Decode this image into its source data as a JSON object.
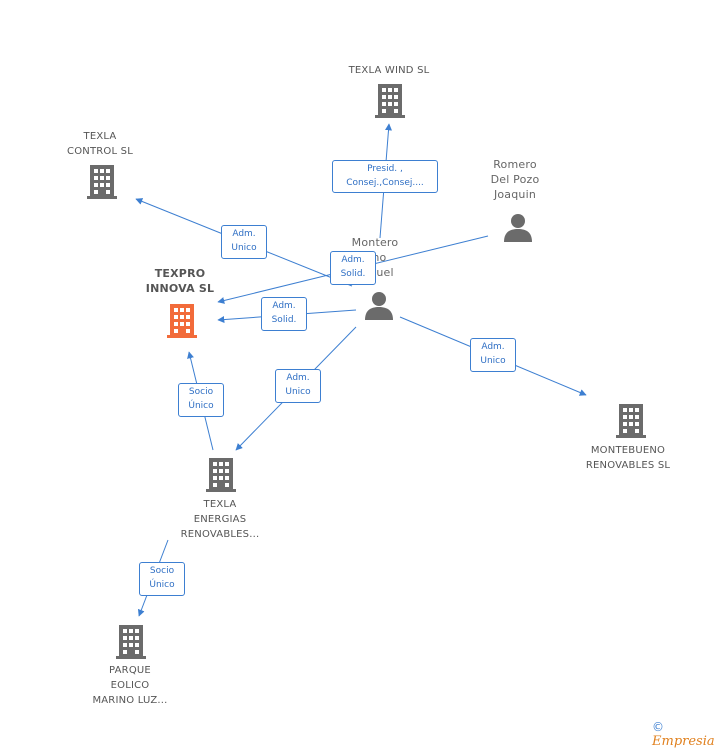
{
  "nodes": {
    "texla_wind": {
      "label": "TEXLA WIND SL",
      "type": "company-icon"
    },
    "texla_control": {
      "label": "TEXLA\nCONTROL SL",
      "type": "company-icon"
    },
    "texpro_innova": {
      "label": "TEXPRO\nINNOVA SL",
      "type": "company-icon",
      "highlight_color": "#f26b3a"
    },
    "romero": {
      "label": "Romero\nDel Pozo\nJoaquin",
      "type": "person-icon"
    },
    "montero": {
      "label": "Montero\nOno\nMiguel",
      "type": "person-icon"
    },
    "montebueno": {
      "label": "MONTEBUENO\nRENOVABLES SL",
      "type": "company-icon"
    },
    "texla_energias": {
      "label": "TEXLA\nENERGIAS\nRENOVABLES...",
      "type": "company-icon"
    },
    "parque_eolico": {
      "label": "PARQUE\nEOLICO\nMARINO LUZ...",
      "type": "company-icon"
    }
  },
  "edges": {
    "e1": {
      "label": "Presid. ,\nConsej.,Consej...."
    },
    "e2": {
      "label": "Adm.\nUnico"
    },
    "e3": {
      "label": "Adm.\nSolid."
    },
    "e4": {
      "label": "Adm.\nSolid."
    },
    "e5": {
      "label": "Adm.\nUnico"
    },
    "e6": {
      "label": "Adm.\nUnico"
    },
    "e7": {
      "label": "Socio\nÚnico"
    },
    "e8": {
      "label": "Socio\nÚnico"
    }
  },
  "colors": {
    "edge": "#3d7fd1",
    "company": "#6b6b6b",
    "person": "#6b6b6b",
    "highlight": "#f26b3a"
  },
  "footer": {
    "copyright_symbol": "©",
    "brand": "Empresia"
  }
}
